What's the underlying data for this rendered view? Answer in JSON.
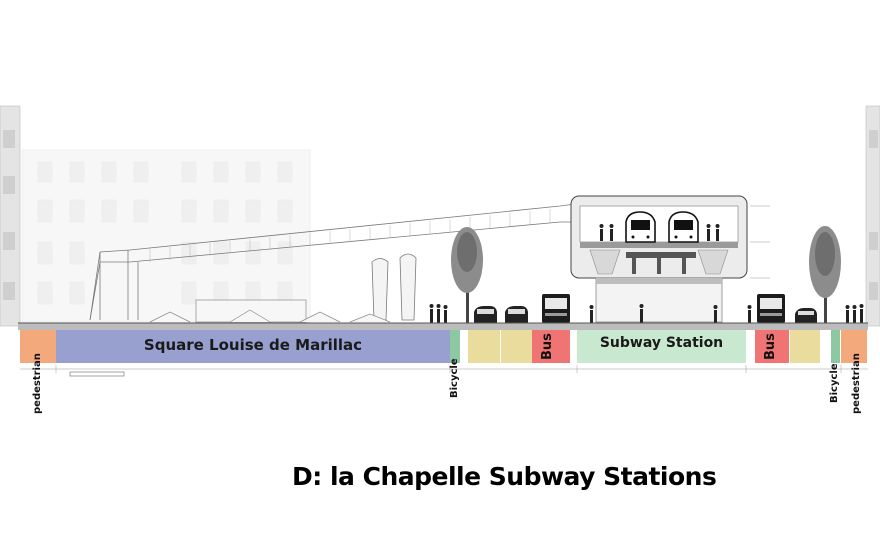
{
  "title": "D: la Chapelle Subway Stations",
  "zones": {
    "square": "Square Louise de Marillac",
    "subway": "Subway Station",
    "bus_left": "Bus",
    "bus_right": "Bus"
  },
  "side_labels": {
    "pedestrian_left": "pedestrian",
    "bicycle_left": "Bicycle",
    "bicycle_right": "Bicycle",
    "pedestrian_right": "pedestrian"
  },
  "colors": {
    "pedestrian": "#f4a97c",
    "square": "#98a0cf",
    "bicycle": "#8cc9a2",
    "roadway": "#e9dc9c",
    "bus": "#f07474",
    "subway": "#c8e8cf"
  }
}
